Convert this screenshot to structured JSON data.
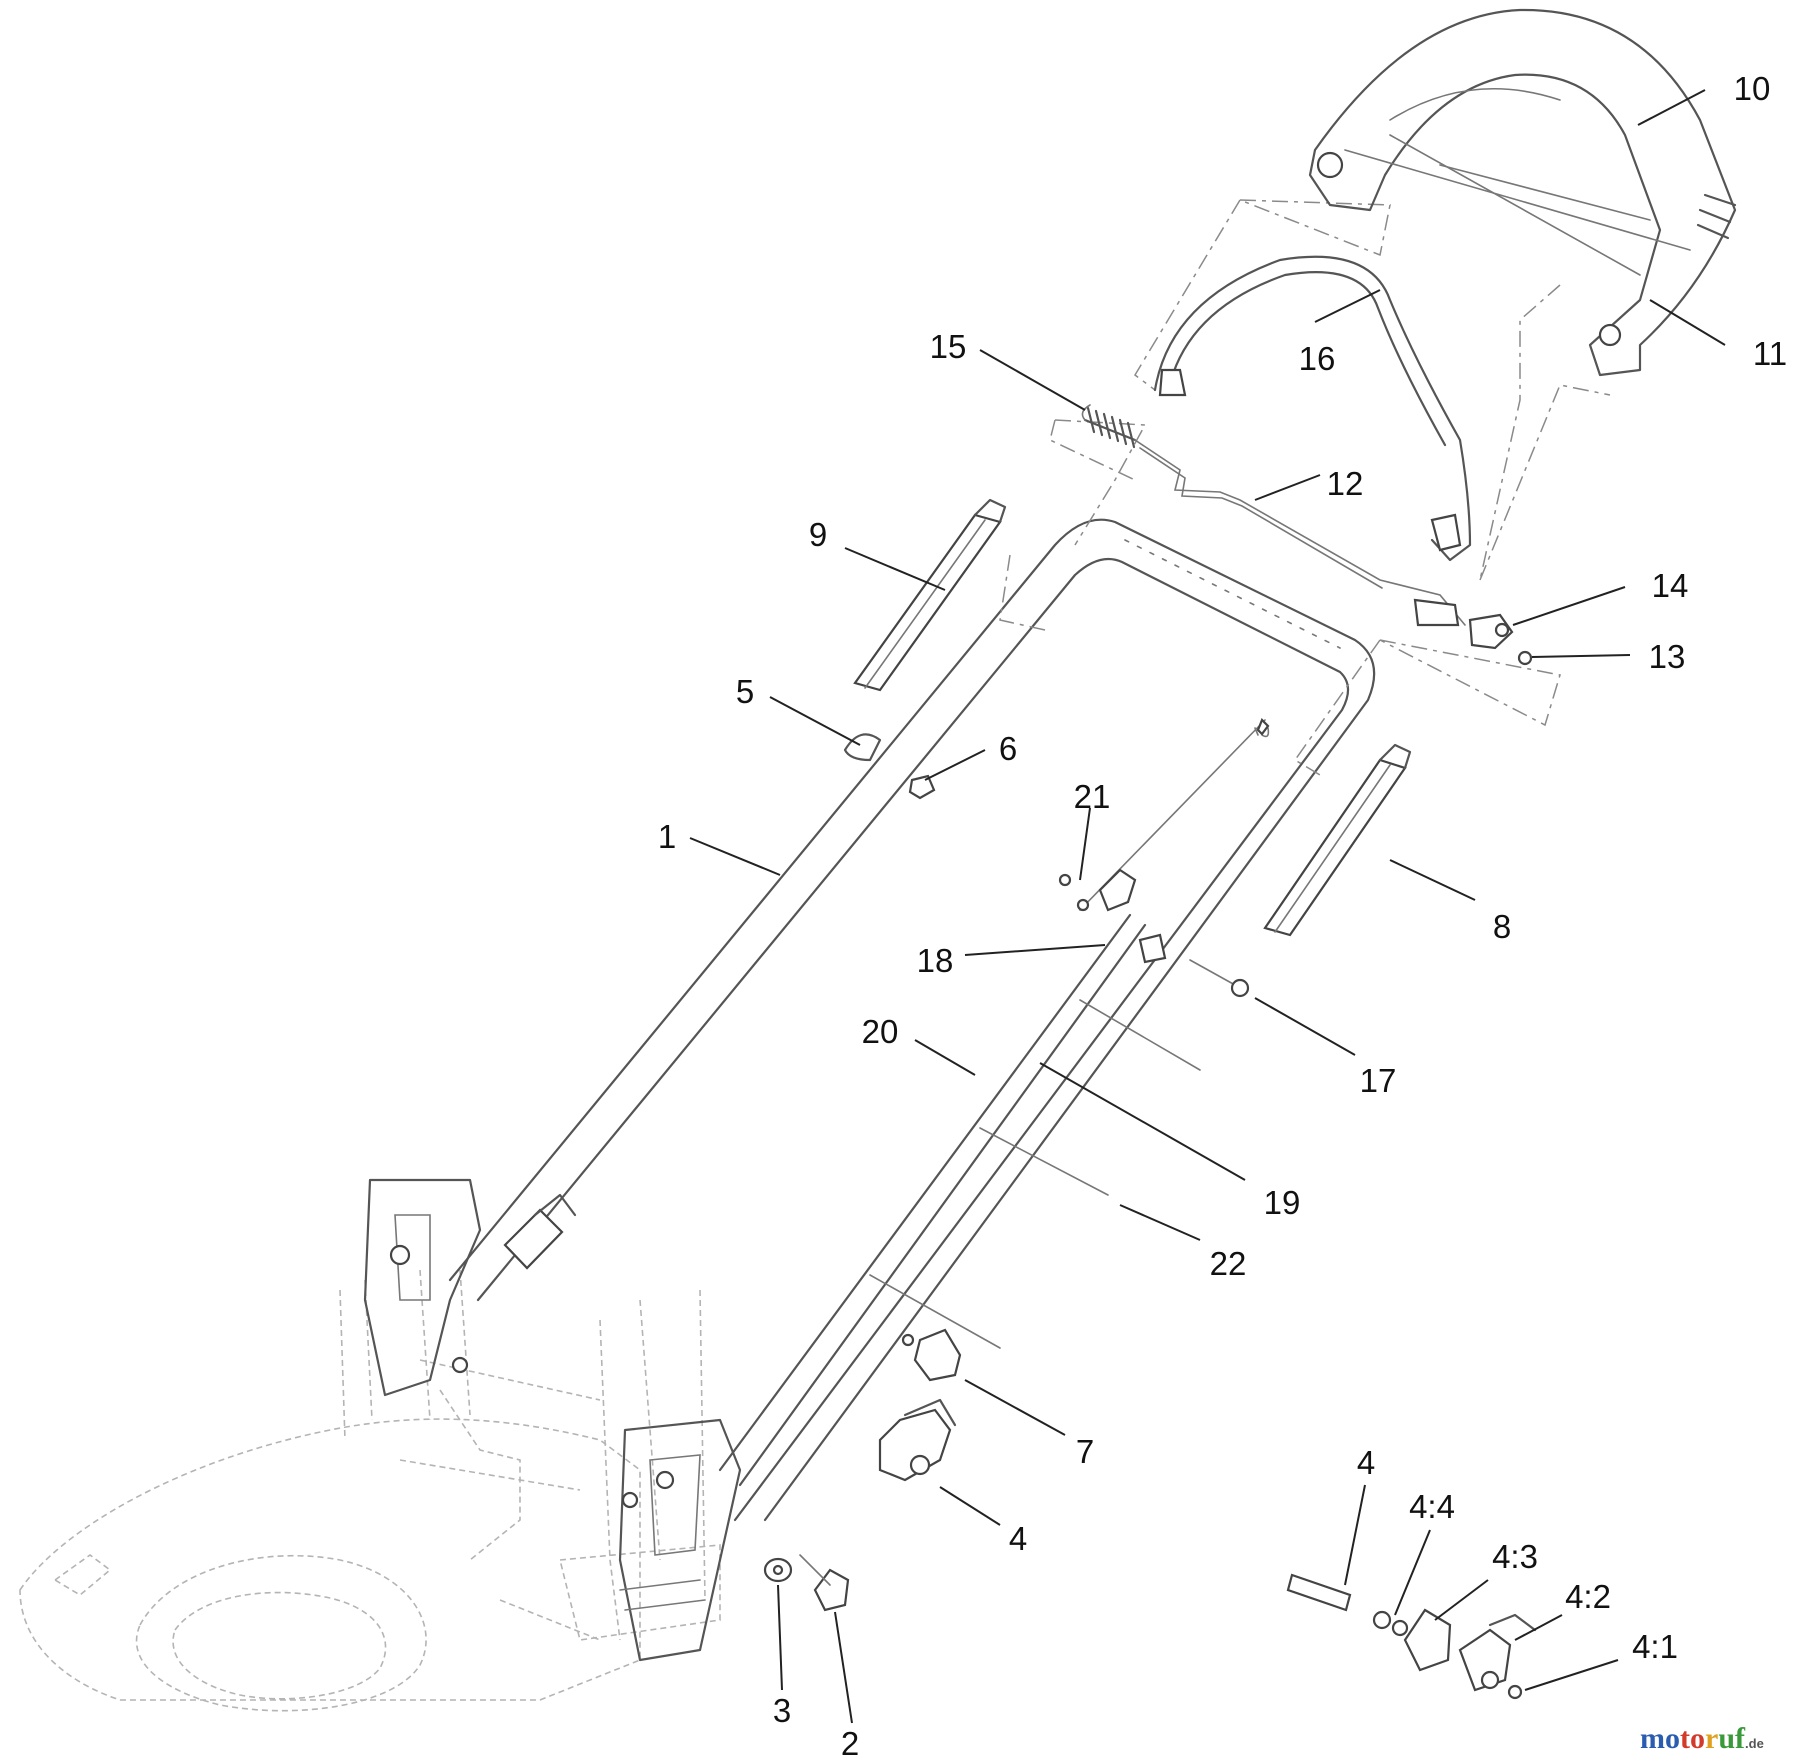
{
  "callouts": [
    {
      "id": "1",
      "text": "1"
    },
    {
      "id": "2",
      "text": "2"
    },
    {
      "id": "3",
      "text": "3"
    },
    {
      "id": "4",
      "text": "4"
    },
    {
      "id": "5",
      "text": "5"
    },
    {
      "id": "6",
      "text": "6"
    },
    {
      "id": "7",
      "text": "7"
    },
    {
      "id": "8",
      "text": "8"
    },
    {
      "id": "9",
      "text": "9"
    },
    {
      "id": "10",
      "text": "10"
    },
    {
      "id": "11",
      "text": "11"
    },
    {
      "id": "12",
      "text": "12"
    },
    {
      "id": "13",
      "text": "13"
    },
    {
      "id": "14",
      "text": "14"
    },
    {
      "id": "15",
      "text": "15"
    },
    {
      "id": "16",
      "text": "16"
    },
    {
      "id": "17",
      "text": "17"
    },
    {
      "id": "18",
      "text": "18"
    },
    {
      "id": "19",
      "text": "19"
    },
    {
      "id": "20",
      "text": "20"
    },
    {
      "id": "21",
      "text": "21"
    },
    {
      "id": "22",
      "text": "22"
    },
    {
      "id": "4b",
      "text": "4"
    },
    {
      "id": "4-4",
      "text": "4:4"
    },
    {
      "id": "4-3",
      "text": "4:3"
    },
    {
      "id": "4-2",
      "text": "4:2"
    },
    {
      "id": "4-1",
      "text": "4:1"
    }
  ],
  "watermark": {
    "brand": "motoruf",
    "suffix": ".de",
    "colors": [
      "#2a5db0",
      "#d23a2a",
      "#e0a020",
      "#3a9a3a"
    ]
  }
}
